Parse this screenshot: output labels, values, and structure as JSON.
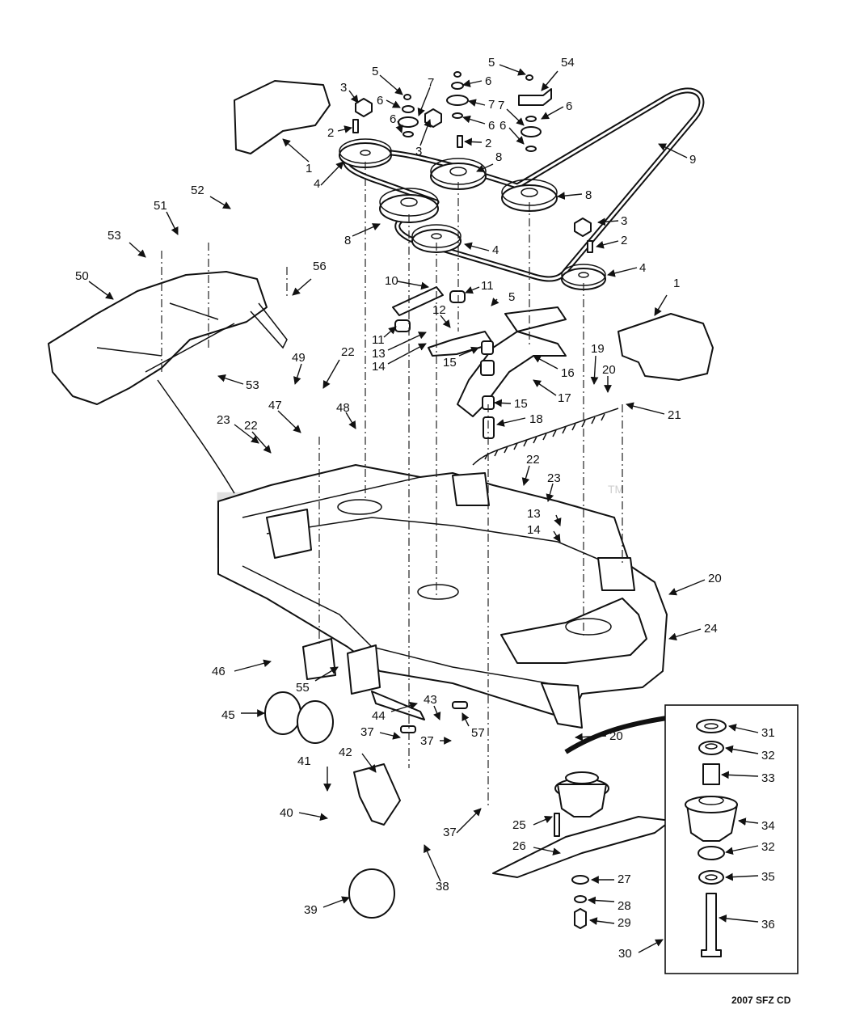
{
  "drawing_code": "2007 SFZ CD",
  "watermark": "PartsTree",
  "trademark": "TM",
  "callouts": [
    "1",
    "2",
    "3",
    "4",
    "5",
    "6",
    "7",
    "8",
    "9",
    "10",
    "11",
    "12",
    "13",
    "14",
    "15",
    "16",
    "17",
    "18",
    "19",
    "20",
    "21",
    "22",
    "23",
    "24",
    "25",
    "26",
    "27",
    "28",
    "29",
    "30",
    "31",
    "32",
    "33",
    "34",
    "35",
    "36",
    "37",
    "38",
    "39",
    "40",
    "41",
    "42",
    "43",
    "44",
    "45",
    "46",
    "47",
    "48",
    "49",
    "50",
    "51",
    "52",
    "53",
    "54",
    "55",
    "56",
    "57"
  ]
}
